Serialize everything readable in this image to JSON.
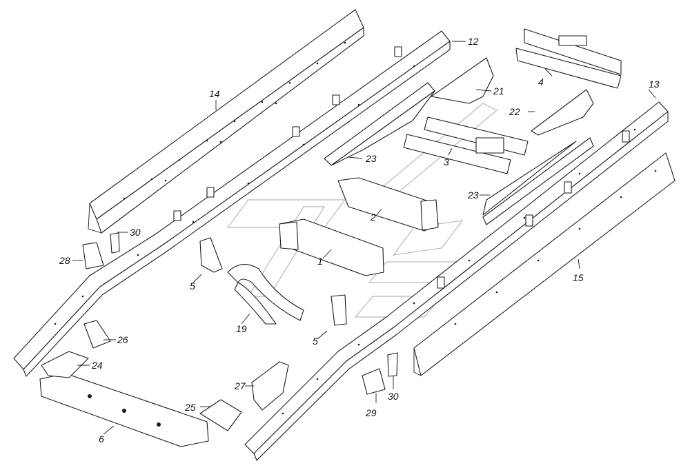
{
  "diagram": {
    "callouts": [
      {
        "id": "c1",
        "label": "1"
      },
      {
        "id": "c2",
        "label": "2"
      },
      {
        "id": "c3",
        "label": "3"
      },
      {
        "id": "c4",
        "label": "4"
      },
      {
        "id": "c5a",
        "label": "5"
      },
      {
        "id": "c5b",
        "label": "5"
      },
      {
        "id": "c6",
        "label": "6"
      },
      {
        "id": "c12",
        "label": "12"
      },
      {
        "id": "c13",
        "label": "13"
      },
      {
        "id": "c14",
        "label": "14"
      },
      {
        "id": "c15",
        "label": "15"
      },
      {
        "id": "c19",
        "label": "19"
      },
      {
        "id": "c21",
        "label": "21"
      },
      {
        "id": "c22",
        "label": "22"
      },
      {
        "id": "c23a",
        "label": "23"
      },
      {
        "id": "c23b",
        "label": "23"
      },
      {
        "id": "c24",
        "label": "24"
      },
      {
        "id": "c25",
        "label": "25"
      },
      {
        "id": "c26",
        "label": "26"
      },
      {
        "id": "c27",
        "label": "27"
      },
      {
        "id": "c28",
        "label": "28"
      },
      {
        "id": "c29",
        "label": "29"
      },
      {
        "id": "c30a",
        "label": "30"
      },
      {
        "id": "c30b",
        "label": "30"
      }
    ]
  }
}
